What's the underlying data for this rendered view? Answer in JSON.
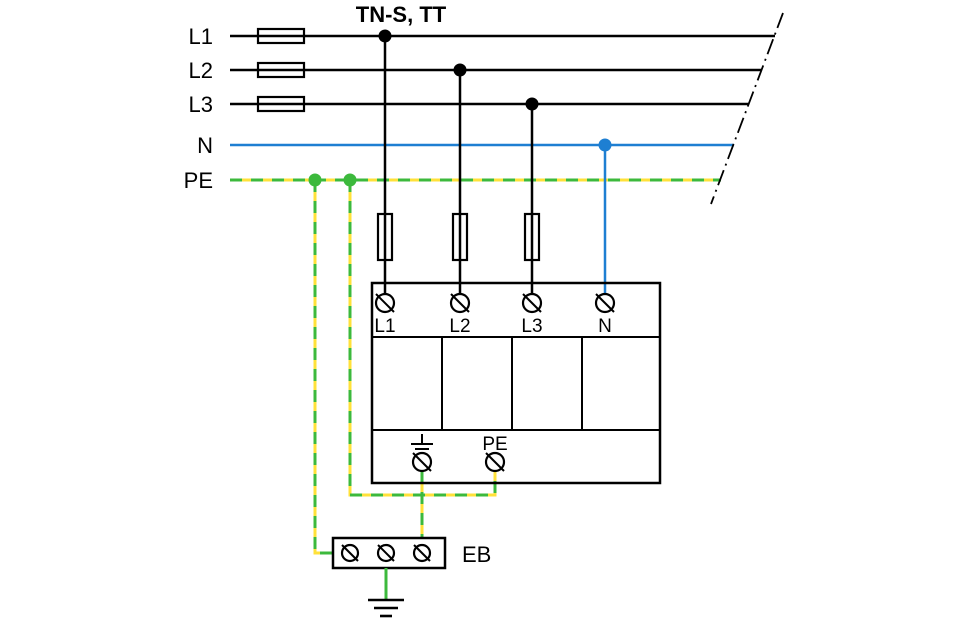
{
  "title": "TN-S, TT",
  "colors": {
    "black": "#000000",
    "neutral_blue": "#1e7fd2",
    "pe_green": "#3cb93c",
    "pe_yellow": "#ffe13a",
    "background": "#ffffff"
  },
  "bus": {
    "l1": {
      "label": "L1"
    },
    "l2": {
      "label": "L2"
    },
    "l3": {
      "label": "L3"
    },
    "n": {
      "label": "N"
    },
    "pe": {
      "label": "PE"
    }
  },
  "spd": {
    "terminal_l1": "L1",
    "terminal_l2": "L2",
    "terminal_l3": "L3",
    "terminal_n": "N",
    "terminal_pe": "PE"
  },
  "eb": {
    "label": "EB"
  }
}
